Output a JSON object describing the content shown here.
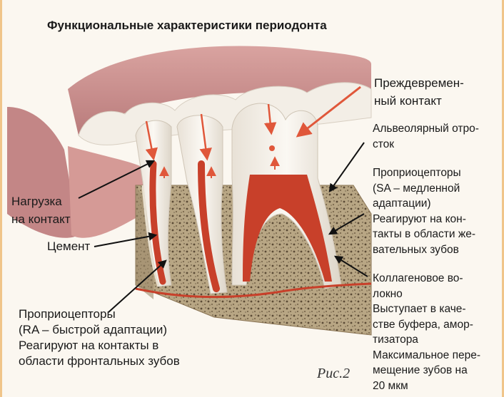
{
  "title": "Функциональные характеристики периодонта",
  "caption": "Рис.2",
  "labels": {
    "premature_contact": [
      "Преждевремен-",
      "ный контакт"
    ],
    "alveolar_process": [
      "Альвеолярный отро-",
      "сток"
    ],
    "proprioceptors_sa": [
      "Проприоцепторы",
      "(SA – медленной",
      "адаптации)",
      "Реагируют на кон-",
      "такты в области же-",
      "вательных зубов"
    ],
    "contact_load": [
      "Нагрузка",
      "на контакт"
    ],
    "cement": [
      "Цемент"
    ],
    "collagen_fiber": [
      "Коллагеновое во-",
      "локно",
      "Выступает в каче-",
      "стве буфера, амор-",
      "тизатора",
      "Максимальное пере-",
      "мещение зубов на",
      "20 мкм"
    ],
    "proprioceptors_ra": [
      "Проприоцепторы",
      "(RA – быстрой адаптации)",
      "Реагируют на контакты в",
      "области фронтальных зубов"
    ]
  },
  "colors": {
    "gum": "#c98a8a",
    "bone": "#b9a888",
    "pulp": "#c8402a",
    "enamel": "#f1ece4",
    "arrow": "#e0573a",
    "frame": "#f0c58a"
  }
}
